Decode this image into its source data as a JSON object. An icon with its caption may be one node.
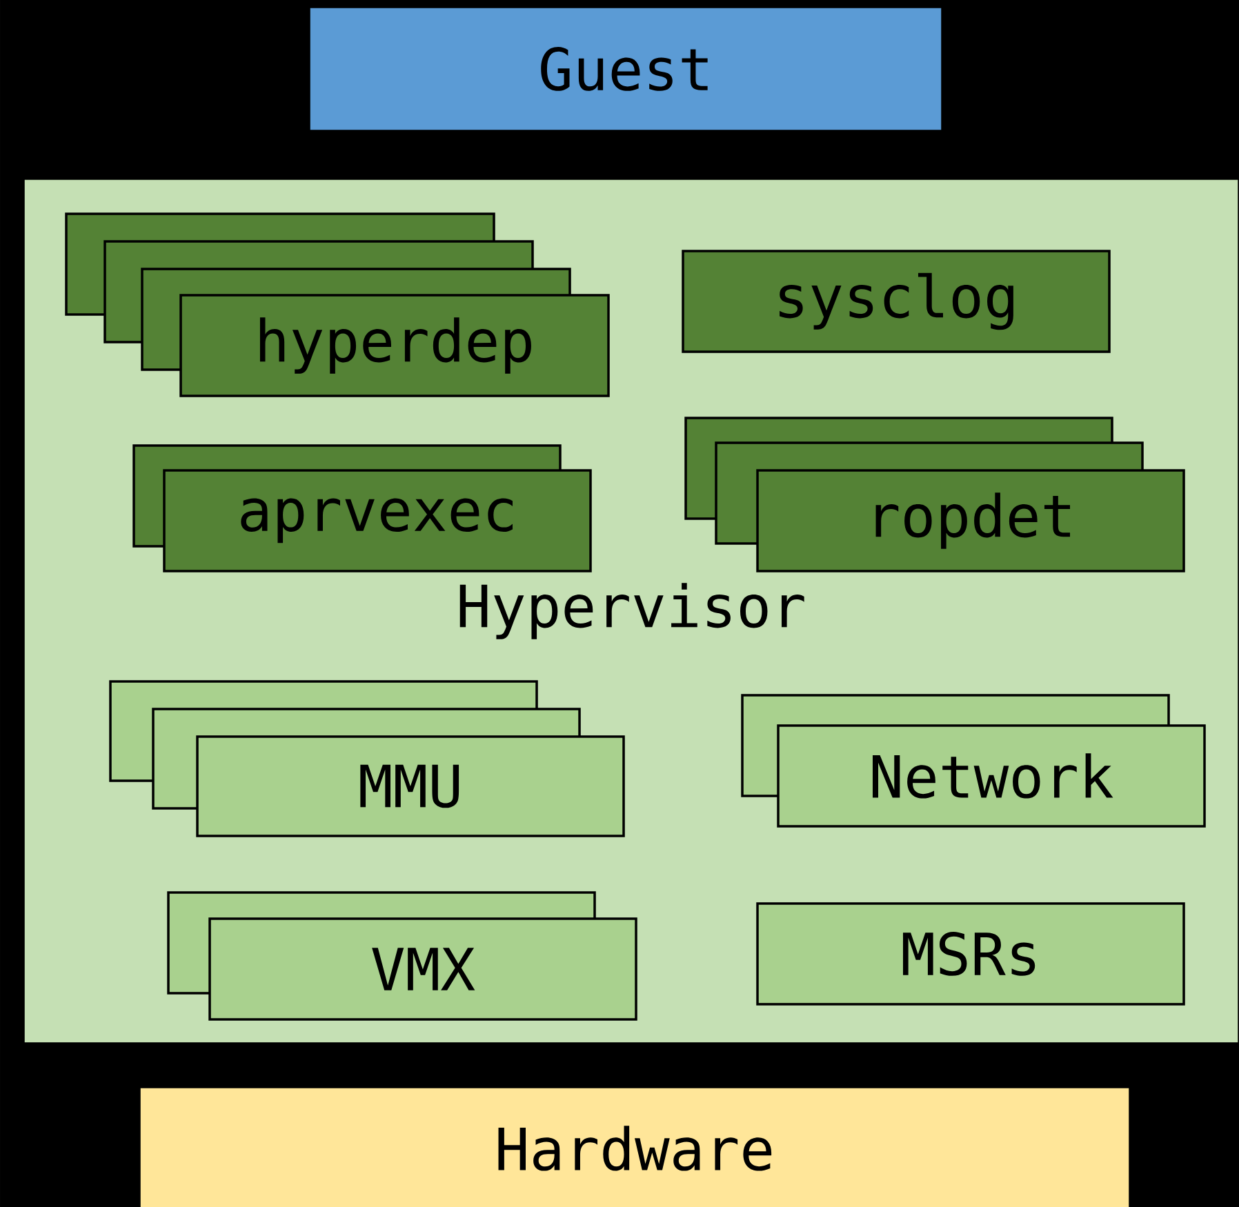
{
  "diagram": {
    "nodes": [
      {
        "text": [
          "Guest"
        ]
      },
      {
        "text": [
          "Hypervisor"
        ]
      },
      {
        "text": [
          "hyperdep"
        ],
        "in": 1
      },
      {
        "text": [
          "sysclog"
        ],
        "in": 1
      },
      {
        "text": [
          "aprvexec"
        ],
        "in": 1
      },
      {
        "text": [
          "ropdet"
        ],
        "in": 1
      },
      {
        "text": [
          "MMU"
        ],
        "in": 1
      },
      {
        "text": [
          "Network"
        ],
        "in": 1
      },
      {
        "text": [
          "VMX"
        ],
        "in": 1
      },
      {
        "text": [
          "MSRs"
        ],
        "in": 1
      },
      {
        "text": [
          "Hardware"
        ]
      }
    ]
  }
}
